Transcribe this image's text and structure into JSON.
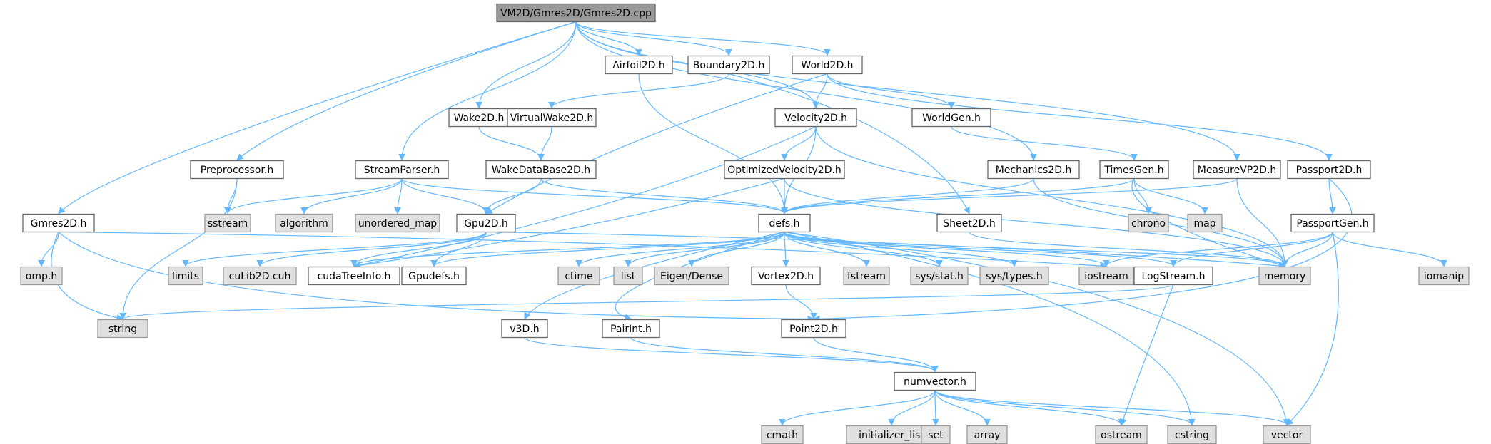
{
  "colors": {
    "edge": "#63b8ff",
    "root_fill": "#999999",
    "file_fill": "#ffffff",
    "system_fill": "#e0e0e0",
    "border": "#666666"
  },
  "nodes": [
    {
      "id": "root",
      "label": "VM2D/Gmres2D/Gmres2D.cpp",
      "kind": "root"
    },
    {
      "id": "airfoil",
      "label": "Airfoil2D.h",
      "kind": "file"
    },
    {
      "id": "boundary",
      "label": "Boundary2D.h",
      "kind": "file"
    },
    {
      "id": "world",
      "label": "World2D.h",
      "kind": "file"
    },
    {
      "id": "wake",
      "label": "Wake2D.h",
      "kind": "file"
    },
    {
      "id": "virtualwake",
      "label": "VirtualWake2D.h",
      "kind": "file"
    },
    {
      "id": "velocity",
      "label": "Velocity2D.h",
      "kind": "file"
    },
    {
      "id": "worldgen",
      "label": "WorldGen.h",
      "kind": "file"
    },
    {
      "id": "preprocessor",
      "label": "Preprocessor.h",
      "kind": "file"
    },
    {
      "id": "streamparser",
      "label": "StreamParser.h",
      "kind": "file"
    },
    {
      "id": "wakedatabase",
      "label": "WakeDataBase2D.h",
      "kind": "file"
    },
    {
      "id": "optvel",
      "label": "OptimizedVelocity2D.h",
      "kind": "file"
    },
    {
      "id": "mechanics",
      "label": "Mechanics2D.h",
      "kind": "file"
    },
    {
      "id": "timesgen",
      "label": "TimesGen.h",
      "kind": "file"
    },
    {
      "id": "measurevp",
      "label": "MeasureVP2D.h",
      "kind": "file"
    },
    {
      "id": "passport",
      "label": "Passport2D.h",
      "kind": "file"
    },
    {
      "id": "gmres",
      "label": "Gmres2D.h",
      "kind": "file"
    },
    {
      "id": "sstream",
      "label": "sstream",
      "kind": "system"
    },
    {
      "id": "algorithm",
      "label": "algorithm",
      "kind": "system"
    },
    {
      "id": "unordered_map",
      "label": "unordered_map",
      "kind": "system"
    },
    {
      "id": "gpu",
      "label": "Gpu2D.h",
      "kind": "file"
    },
    {
      "id": "defs",
      "label": "defs.h",
      "kind": "file"
    },
    {
      "id": "chrono",
      "label": "chrono",
      "kind": "system"
    },
    {
      "id": "map",
      "label": "map",
      "kind": "system"
    },
    {
      "id": "sheet",
      "label": "Sheet2D.h",
      "kind": "file"
    },
    {
      "id": "passportgen",
      "label": "PassportGen.h",
      "kind": "file"
    },
    {
      "id": "omp",
      "label": "omp.h",
      "kind": "system"
    },
    {
      "id": "limits",
      "label": "limits",
      "kind": "system"
    },
    {
      "id": "culib",
      "label": "cuLib2D.cuh",
      "kind": "system"
    },
    {
      "id": "cudatree",
      "label": "cudaTreeInfo.h",
      "kind": "file"
    },
    {
      "id": "gpudefs",
      "label": "Gpudefs.h",
      "kind": "file"
    },
    {
      "id": "ctime",
      "label": "ctime",
      "kind": "system"
    },
    {
      "id": "list",
      "label": "list",
      "kind": "system"
    },
    {
      "id": "eigen",
      "label": "Eigen/Dense",
      "kind": "system"
    },
    {
      "id": "vortex",
      "label": "Vortex2D.h",
      "kind": "file"
    },
    {
      "id": "fstream",
      "label": "fstream",
      "kind": "system"
    },
    {
      "id": "sysstat",
      "label": "sys/stat.h",
      "kind": "system"
    },
    {
      "id": "systypes",
      "label": "sys/types.h",
      "kind": "system"
    },
    {
      "id": "iostream",
      "label": "iostream",
      "kind": "system"
    },
    {
      "id": "logstream",
      "label": "LogStream.h",
      "kind": "file"
    },
    {
      "id": "memory",
      "label": "memory",
      "kind": "system"
    },
    {
      "id": "iomanip",
      "label": "iomanip",
      "kind": "system"
    },
    {
      "id": "string",
      "label": "string",
      "kind": "system"
    },
    {
      "id": "v3d",
      "label": "v3D.h",
      "kind": "file"
    },
    {
      "id": "pairint",
      "label": "PairInt.h",
      "kind": "file"
    },
    {
      "id": "point",
      "label": "Point2D.h",
      "kind": "file"
    },
    {
      "id": "numvector",
      "label": "numvector.h",
      "kind": "file"
    },
    {
      "id": "cmath",
      "label": "cmath",
      "kind": "system"
    },
    {
      "id": "initializer_list",
      "label": "initializer_list",
      "kind": "system"
    },
    {
      "id": "set",
      "label": "set",
      "kind": "system"
    },
    {
      "id": "array",
      "label": "array",
      "kind": "system"
    },
    {
      "id": "ostream",
      "label": "ostream",
      "kind": "system"
    },
    {
      "id": "cstring",
      "label": "cstring",
      "kind": "system"
    },
    {
      "id": "vector",
      "label": "vector",
      "kind": "system"
    }
  ],
  "edges": [
    [
      "root",
      "airfoil"
    ],
    [
      "root",
      "boundary"
    ],
    [
      "root",
      "world"
    ],
    [
      "root",
      "wake"
    ],
    [
      "root",
      "velocity"
    ],
    [
      "root",
      "preprocessor"
    ],
    [
      "root",
      "streamparser"
    ],
    [
      "root",
      "mechanics"
    ],
    [
      "root",
      "measurevp"
    ],
    [
      "root",
      "gmres"
    ],
    [
      "airfoil",
      "defs"
    ],
    [
      "boundary",
      "virtualwake"
    ],
    [
      "boundary",
      "sheet"
    ],
    [
      "world",
      "velocity"
    ],
    [
      "world",
      "worldgen"
    ],
    [
      "world",
      "passport"
    ],
    [
      "world",
      "gpu"
    ],
    [
      "wake",
      "wakedatabase"
    ],
    [
      "virtualwake",
      "wakedatabase"
    ],
    [
      "velocity",
      "optvel"
    ],
    [
      "velocity",
      "defs"
    ],
    [
      "velocity",
      "cudatree"
    ],
    [
      "velocity",
      "memory"
    ],
    [
      "worldgen",
      "timesgen"
    ],
    [
      "preprocessor",
      "sstream"
    ],
    [
      "preprocessor",
      "string"
    ],
    [
      "streamparser",
      "sstream"
    ],
    [
      "streamparser",
      "algorithm"
    ],
    [
      "streamparser",
      "unordered_map"
    ],
    [
      "streamparser",
      "gpu"
    ],
    [
      "streamparser",
      "defs"
    ],
    [
      "wakedatabase",
      "gpu"
    ],
    [
      "wakedatabase",
      "defs"
    ],
    [
      "optvel",
      "defs"
    ],
    [
      "optvel",
      "cudatree"
    ],
    [
      "optvel",
      "memory"
    ],
    [
      "mechanics",
      "defs"
    ],
    [
      "mechanics",
      "memory"
    ],
    [
      "timesgen",
      "defs"
    ],
    [
      "timesgen",
      "chrono"
    ],
    [
      "timesgen",
      "map"
    ],
    [
      "timesgen",
      "memory"
    ],
    [
      "measurevp",
      "defs"
    ],
    [
      "measurevp",
      "memory"
    ],
    [
      "passport",
      "passportgen"
    ],
    [
      "passport",
      "point"
    ],
    [
      "gmres",
      "omp"
    ],
    [
      "gmres",
      "string"
    ],
    [
      "gmres",
      "point"
    ],
    [
      "gmres",
      "iostream"
    ],
    [
      "gpu",
      "limits"
    ],
    [
      "gpu",
      "culib"
    ],
    [
      "gpu",
      "cudatree"
    ],
    [
      "gpu",
      "gpudefs"
    ],
    [
      "gpu",
      "memory"
    ],
    [
      "defs",
      "cudatree"
    ],
    [
      "defs",
      "gpudefs"
    ],
    [
      "defs",
      "ctime"
    ],
    [
      "defs",
      "list"
    ],
    [
      "defs",
      "eigen"
    ],
    [
      "defs",
      "vortex"
    ],
    [
      "defs",
      "fstream"
    ],
    [
      "defs",
      "sysstat"
    ],
    [
      "defs",
      "systypes"
    ],
    [
      "defs",
      "iostream"
    ],
    [
      "defs",
      "logstream"
    ],
    [
      "defs",
      "memory"
    ],
    [
      "defs",
      "v3d"
    ],
    [
      "defs",
      "pairint"
    ],
    [
      "defs",
      "cstring"
    ],
    [
      "defs",
      "vector"
    ],
    [
      "sheet",
      "memory"
    ],
    [
      "passportgen",
      "iostream"
    ],
    [
      "passportgen",
      "logstream"
    ],
    [
      "passportgen",
      "memory"
    ],
    [
      "passportgen",
      "iomanip"
    ],
    [
      "passportgen",
      "vector"
    ],
    [
      "vortex",
      "point"
    ],
    [
      "logstream",
      "string"
    ],
    [
      "logstream",
      "ostream"
    ],
    [
      "v3d",
      "numvector"
    ],
    [
      "pairint",
      "numvector"
    ],
    [
      "point",
      "numvector"
    ],
    [
      "numvector",
      "cmath"
    ],
    [
      "numvector",
      "initializer_list"
    ],
    [
      "numvector",
      "set"
    ],
    [
      "numvector",
      "array"
    ],
    [
      "numvector",
      "ostream"
    ],
    [
      "numvector",
      "cstring"
    ],
    [
      "numvector",
      "vector"
    ]
  ]
}
